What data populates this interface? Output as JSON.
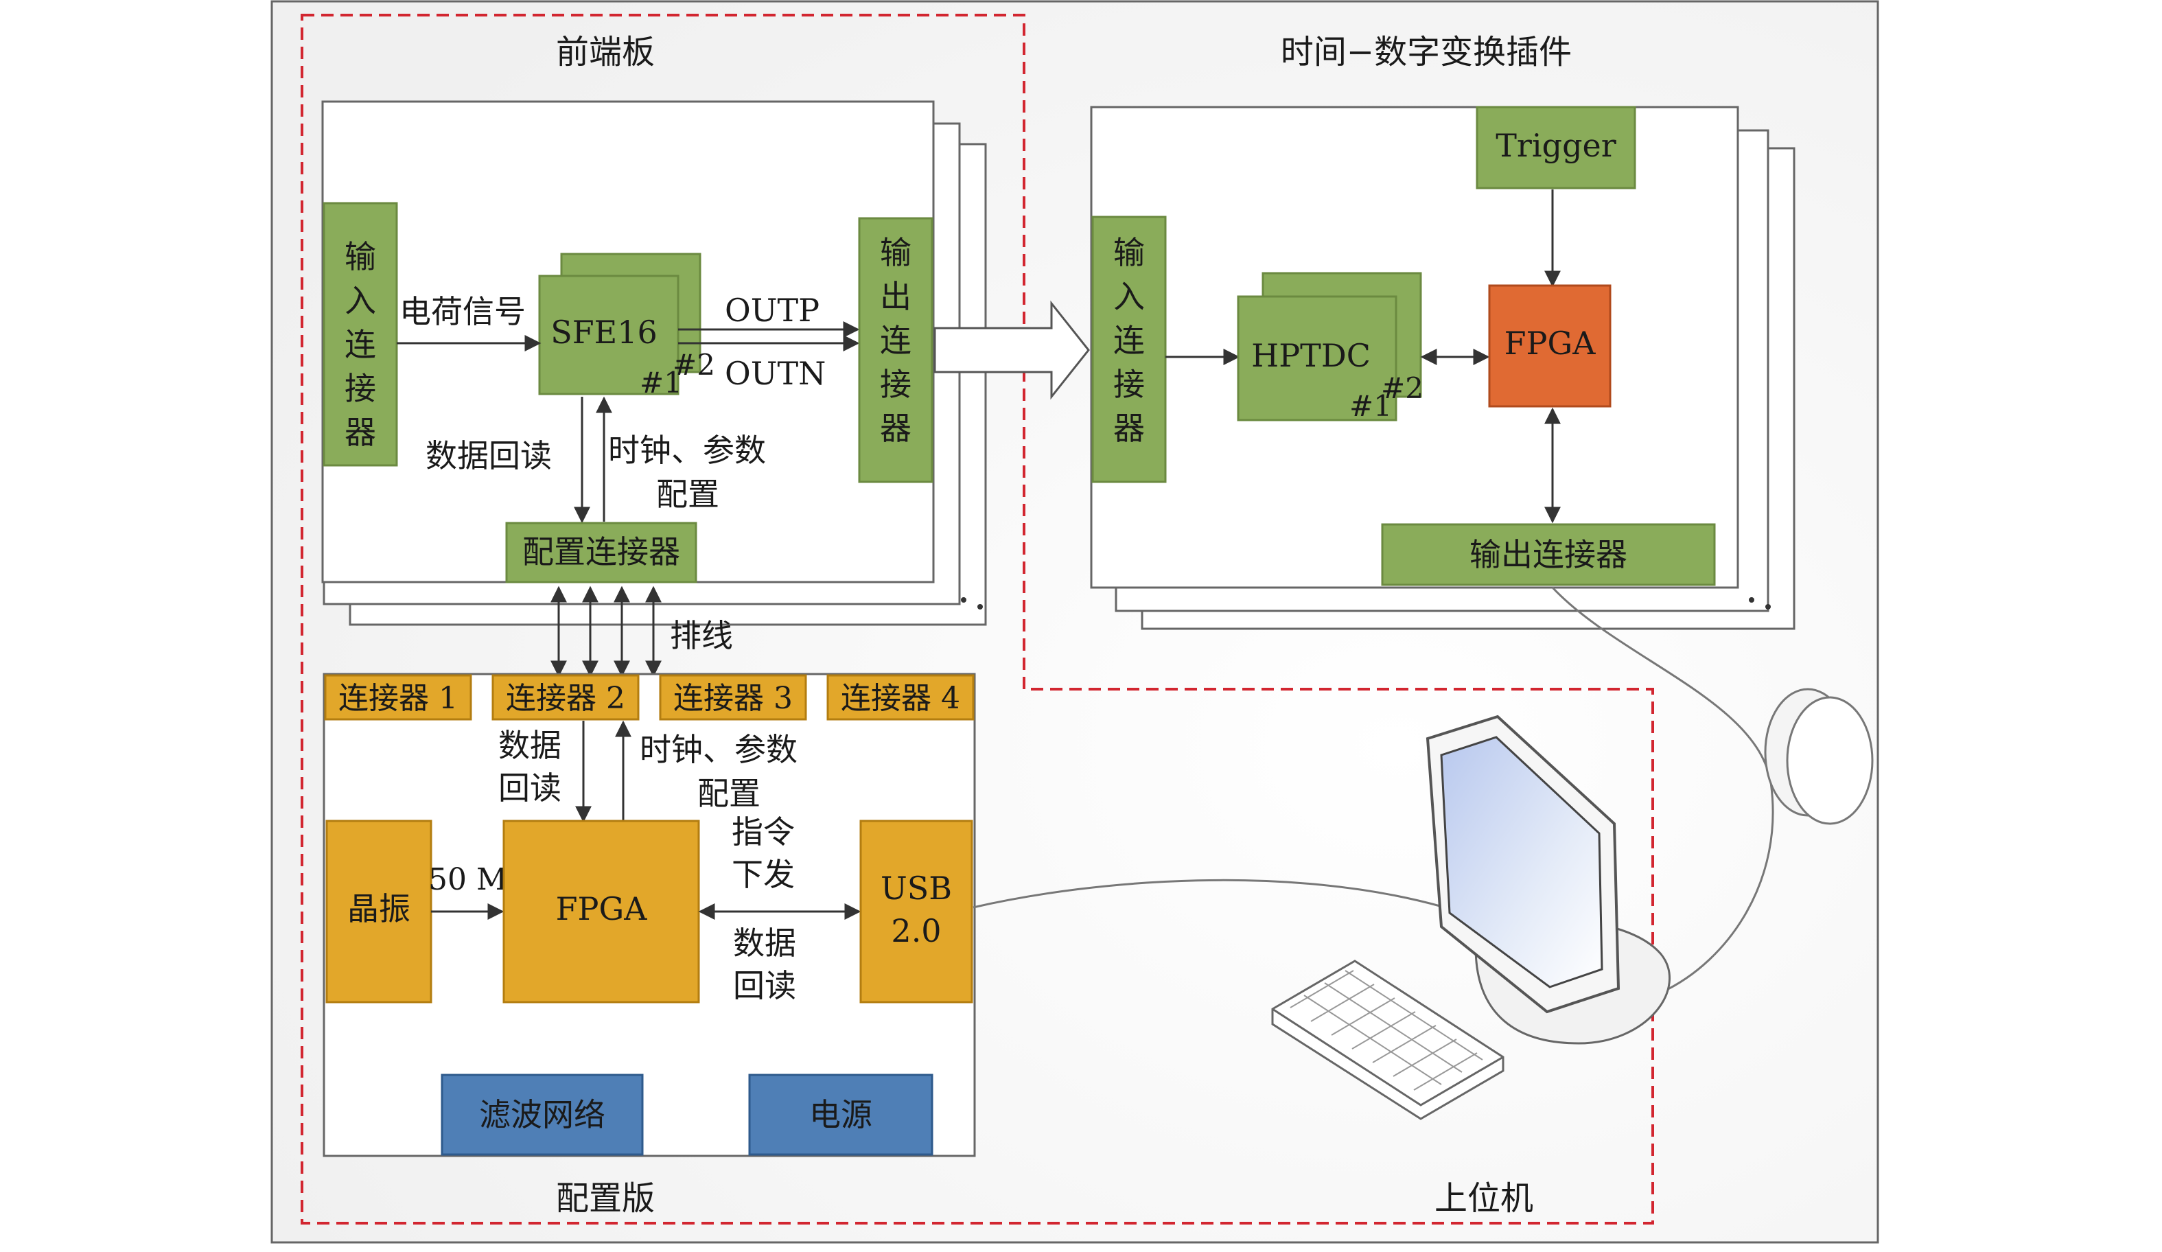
{
  "front_board": {
    "title": "前端板",
    "input_connector": "输入连接器",
    "output_connector": "输出连接器",
    "chip": "SFE16",
    "chip_index_1": "#1",
    "chip_index_2": "#2",
    "charge_signal": "电荷信号",
    "outp": "OUTP",
    "outn": "OUTN",
    "readback": "数据回读",
    "clock_param_1": "时钟、参数",
    "clock_param_2": "配置",
    "config_connector": "配置连接器"
  },
  "cable_label": "排线",
  "config_board": {
    "title": "配置版",
    "connectors": [
      "连接器 1",
      "连接器 2",
      "连接器 3",
      "连接器 4"
    ],
    "readback_1": "数据",
    "readback_2": "回读",
    "clock_param_1": "时钟、参数",
    "clock_param_2": "配置",
    "oscillator": "晶振",
    "freq": "50 M",
    "fpga": "FPGA",
    "cmd_1": "指令",
    "cmd_2": "下发",
    "data_1": "数据",
    "data_2": "回读",
    "usb_1": "USB",
    "usb_2": "2.0",
    "filter": "滤波网络",
    "power": "电源"
  },
  "tdc_plugin": {
    "title": "时间−数字变换插件",
    "trigger": "Trigger",
    "input_connector": "输入连接器",
    "hptdc": "HPTDC",
    "hptdc_index_1": "#1",
    "hptdc_index_2": "#2",
    "fpga": "FPGA",
    "output_connector": "输出连接器"
  },
  "host": {
    "title": "上位机"
  },
  "colors": {
    "green_fill": "#8aac5a",
    "green_stroke": "#6b8a40",
    "orange_fill": "#e2a72a",
    "red_fill": "#e06a33",
    "blue_fill": "#4f7fb6",
    "dashed_red": "#d22630"
  }
}
